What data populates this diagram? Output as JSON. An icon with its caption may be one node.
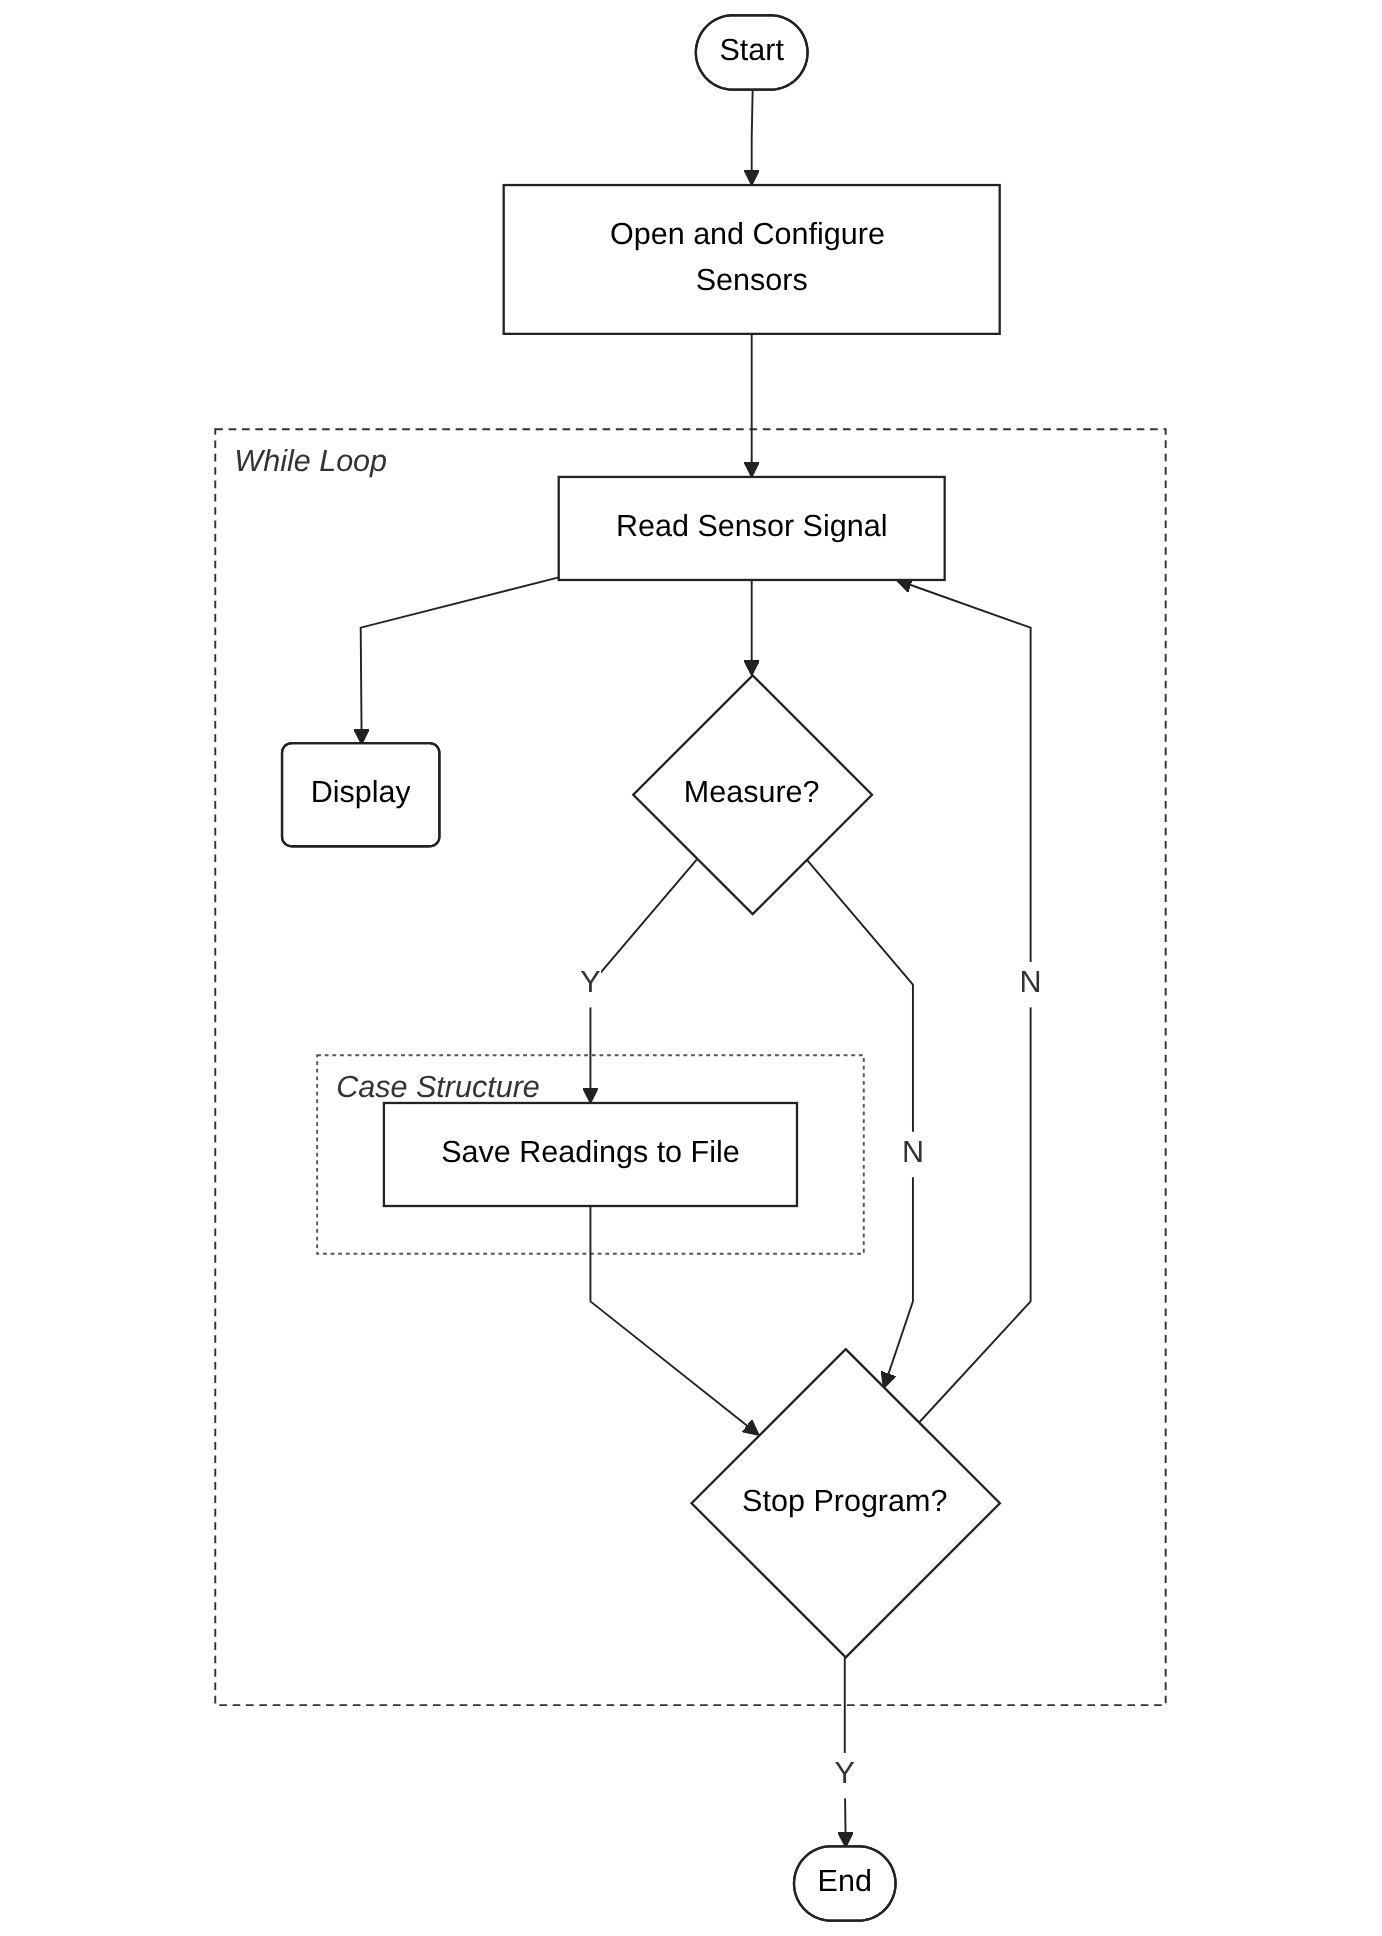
{
  "diagram": {
    "nodes": [
      {
        "text": [
          "Start"
        ]
      },
      {
        "text": [
          "Open and Configure Sensors"
        ]
      },
      {
        "text": [
          "While Loop"
        ]
      },
      {
        "text": [
          "Read Sensor Signal"
        ],
        "in": 2
      },
      {
        "text": [
          "Display"
        ],
        "in": 2
      },
      {
        "text": [
          "Measure?"
        ],
        "in": 2
      },
      {
        "text": [
          "Case Structure"
        ],
        "in": 2
      },
      {
        "text": [
          "Save Readings to File"
        ],
        "in": 6
      },
      {
        "text": [
          "Stop Program?"
        ],
        "in": 2
      },
      {
        "text": [
          "End"
        ]
      }
    ],
    "edges": [
      {
        "from": 0,
        "to": 1,
        "arrow": "to"
      },
      {
        "from": 1,
        "to": 3,
        "arrow": "to"
      },
      {
        "from": 3,
        "to": 4,
        "arrow": "to"
      },
      {
        "from": 3,
        "to": 5,
        "arrow": "to"
      },
      {
        "from": 5,
        "to": 7,
        "arrow": "to",
        "label": "Y"
      },
      {
        "from": 7,
        "to": 8,
        "arrow": "to"
      },
      {
        "from": 5,
        "to": 8,
        "arrow": "to",
        "label": "N"
      },
      {
        "from": 8,
        "to": 3,
        "arrow": "to",
        "label": "N"
      },
      {
        "from": 8,
        "to": 9,
        "arrow": "to",
        "label": "Y"
      }
    ]
  }
}
